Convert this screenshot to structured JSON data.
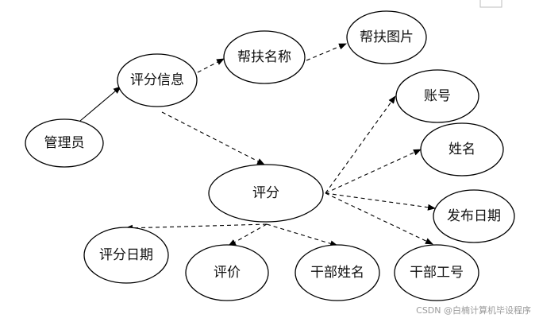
{
  "nodes": {
    "admin": "管理员",
    "rating_info": "评分信息",
    "help_name": "帮扶名称",
    "help_image": "帮扶图片",
    "rating": "评分",
    "account": "账号",
    "name": "姓名",
    "publish_date": "发布日期",
    "rating_date": "评分日期",
    "evaluation": "评价",
    "cadre_name": "干部姓名",
    "cadre_id": "干部工号"
  },
  "edges": [
    {
      "from": "admin",
      "to": "rating_info",
      "style": "solid"
    },
    {
      "from": "rating_info",
      "to": "help_name",
      "style": "dashed"
    },
    {
      "from": "help_name",
      "to": "help_image",
      "style": "dashed"
    },
    {
      "from": "rating_info",
      "to": "rating",
      "style": "dashed"
    },
    {
      "from": "rating",
      "to": "account",
      "style": "dashed"
    },
    {
      "from": "rating",
      "to": "name",
      "style": "dashed"
    },
    {
      "from": "rating",
      "to": "publish_date",
      "style": "dashed"
    },
    {
      "from": "rating",
      "to": "cadre_id",
      "style": "dashed"
    },
    {
      "from": "rating",
      "to": "cadre_name",
      "style": "dashed"
    },
    {
      "from": "rating",
      "to": "evaluation",
      "style": "dashed"
    },
    {
      "from": "rating",
      "to": "rating_date",
      "style": "dashed"
    }
  ],
  "watermark": "CSDN @白楠计算机毕设程序"
}
